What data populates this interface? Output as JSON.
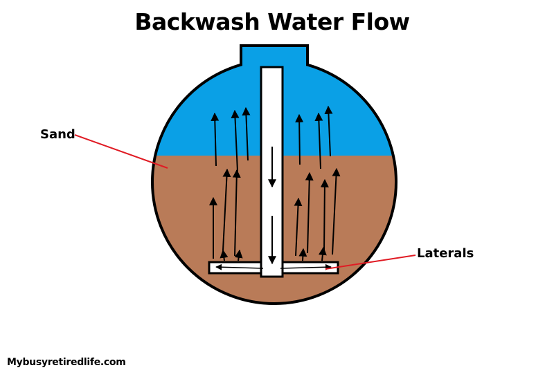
{
  "title": "Backwash Water Flow",
  "labels": {
    "sand": "Sand",
    "laterals": "Laterals"
  },
  "watermark": "Mybusyretiredlife.com",
  "colors": {
    "water": "#0aa0e6",
    "sand": "#b97b58",
    "outline": "#000000",
    "pipe": "#ffffff",
    "leader_line": "#e01b24"
  }
}
